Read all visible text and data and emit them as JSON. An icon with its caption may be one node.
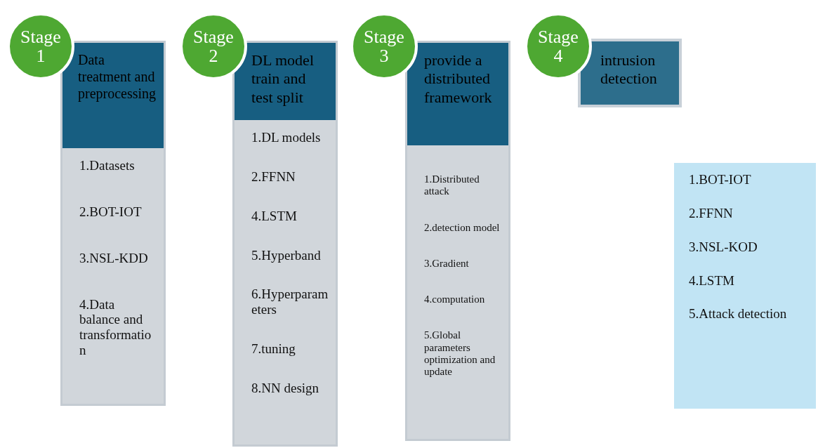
{
  "diagram": {
    "nodes": [
      {
        "text": [
          "Stage 1"
        ]
      },
      {
        "text": [
          "1.Datasets",
          "2.BOT-IOT",
          "3.NSL-KDD",
          "4.Data balance and transformation"
        ]
      },
      {
        "text": [
          "Data treatment and preprocessing"
        ],
        "in": 1
      },
      {
        "text": [
          "Stage 2"
        ]
      },
      {
        "text": [
          "1.DL models",
          "2.FFNN",
          "4.LSTM",
          "5.Hyperband",
          "6.Hyperparameters",
          "7.tuning",
          "8.NN design"
        ]
      },
      {
        "text": [
          "DL model train and test split"
        ],
        "in": 4
      },
      {
        "text": [
          "Stage 3"
        ]
      },
      {
        "text": [
          "1.Distributed attack",
          "2.detection model",
          "3.Gradient",
          "4.computation",
          "5.Global parameters optimization and update"
        ]
      },
      {
        "text": [
          "provide a distributed framework"
        ],
        "in": 7
      },
      {
        "text": [
          "Stage 4"
        ]
      },
      {
        "text": [
          "intrusion detection"
        ]
      },
      {
        "text": [
          "1.BOT-IOT",
          "2.FFNN",
          "3.NSL-KOD",
          "4.LSTM",
          "5.Attack detection"
        ]
      }
    ],
    "edges": []
  }
}
